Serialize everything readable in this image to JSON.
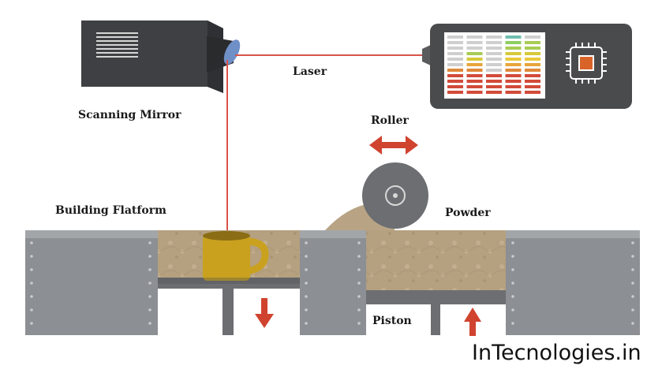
{
  "labels": {
    "laser": "Laser",
    "scanning_mirror": "Scanning Mirror",
    "roller": "Roller",
    "building_platform": "Building Flatform",
    "powder": "Powder",
    "piston": "Piston"
  },
  "brand": "InTecnologies.in",
  "colors": {
    "laser_beam": "#d9534a",
    "arrow": "#d0432f",
    "steel": "#8c8f93",
    "steel_dark": "#5f6265",
    "powder": "#b7a07e",
    "mug": "#c9a11e",
    "console": "#4a4b4d",
    "housing": "#3f4043",
    "lens": "#6f8fc7"
  },
  "icons": {
    "chip": "cpu-chip-icon",
    "screen": "bar-display-icon"
  }
}
